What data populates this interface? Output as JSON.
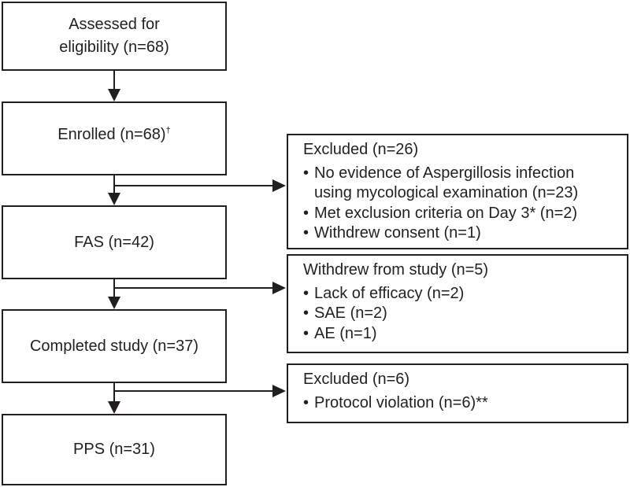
{
  "main_boxes": {
    "assessed": {
      "line1": "Assessed for",
      "line2": "eligibility (n=68)"
    },
    "enrolled": {
      "text": "Enrolled (n=68)",
      "mark": "†"
    },
    "fas": {
      "text": "FAS (n=42)"
    },
    "completed": {
      "text": "Completed study (n=37)"
    },
    "pps": {
      "text": "PPS (n=31)"
    }
  },
  "side_boxes": {
    "excluded_1": {
      "heading": "Excluded (n=26)",
      "items": [
        {
          "line1": "No evidence of Aspergillosis infection",
          "line2": "using mycological examination (n=23)"
        },
        {
          "text": "Met exclusion criteria on Day 3* (n=2)"
        },
        {
          "text": "Withdrew consent (n=1)"
        }
      ]
    },
    "withdrew": {
      "heading": "Withdrew from study (n=5)",
      "items": [
        {
          "text": "Lack of efficacy (n=2)"
        },
        {
          "text": "SAE (n=2)"
        },
        {
          "text": "AE (n=1)"
        }
      ]
    },
    "excluded_2": {
      "heading": "Excluded (n=6)",
      "items": [
        {
          "text": "Protocol violation (n=6)**"
        }
      ]
    }
  },
  "bullet_char": "•",
  "colors": {
    "stroke": "#231f20",
    "background": "#ffffff"
  }
}
